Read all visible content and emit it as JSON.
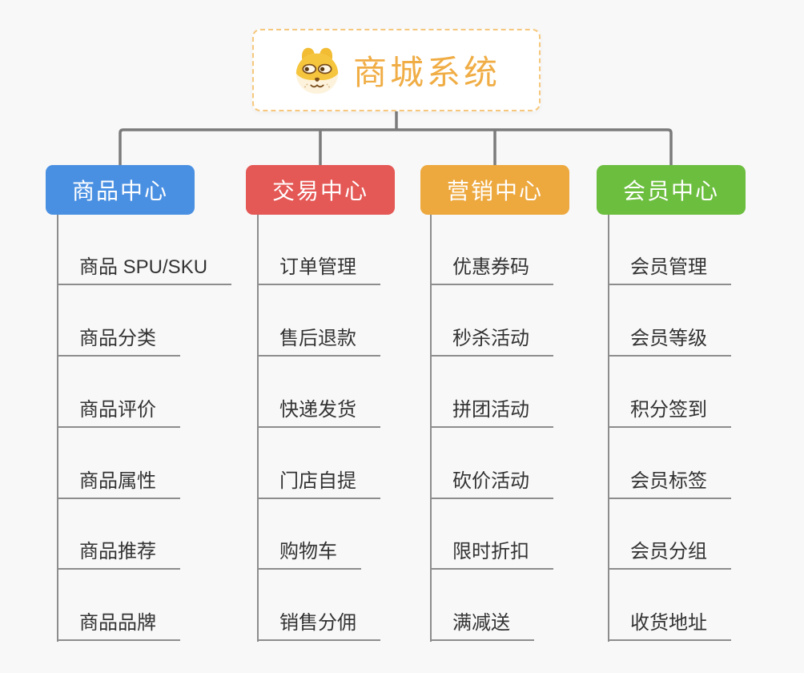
{
  "page": {
    "background": "#f8f8f8",
    "connector_color": "#7b7b7b",
    "leaf_line_color": "#8d8d8d",
    "leaf_text_color": "#333333"
  },
  "root": {
    "title": "商城系统",
    "icon": "dog-face-icon",
    "text_color": "#f0ad45",
    "border_color": "#f6c77c"
  },
  "branches": [
    {
      "label": "商品中心",
      "color": "#4a90e2",
      "children": [
        "商品 SPU/SKU",
        "商品分类",
        "商品评价",
        "商品属性",
        "商品推荐",
        "商品品牌"
      ]
    },
    {
      "label": "交易中心",
      "color": "#e45855",
      "children": [
        "订单管理",
        "售后退款",
        "快递发货",
        "门店自提",
        "购物车",
        "销售分佣"
      ]
    },
    {
      "label": "营销中心",
      "color": "#eda83e",
      "children": [
        "优惠券码",
        "秒杀活动",
        "拼团活动",
        "砍价活动",
        "限时折扣",
        "满减送"
      ]
    },
    {
      "label": "会员中心",
      "color": "#6cbe3f",
      "children": [
        "会员管理",
        "会员等级",
        "积分签到",
        "会员标签",
        "会员分组",
        "收货地址"
      ]
    }
  ]
}
